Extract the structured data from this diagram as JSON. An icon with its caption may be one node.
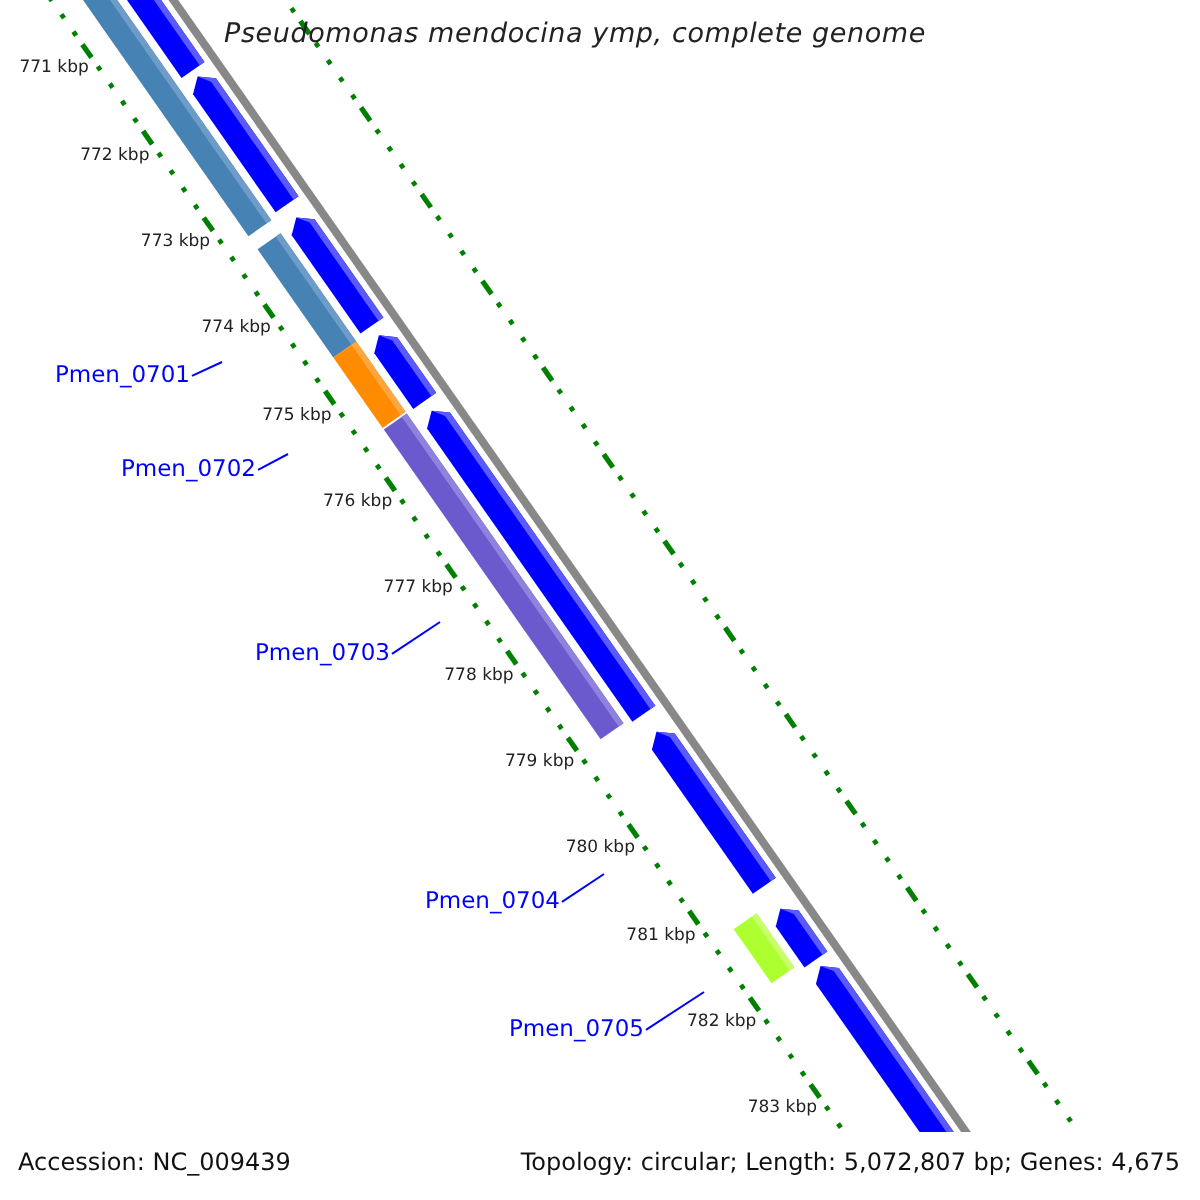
{
  "diagram": {
    "title": "Pseudomonas mendocina ymp, complete genome",
    "nodes": [
      {
        "text": [
          "Pmen_0701"
        ]
      },
      {
        "text": [
          "Pmen_0702"
        ]
      },
      {
        "text": [
          "Pmen_0703"
        ]
      },
      {
        "text": [
          "Pmen_0704"
        ]
      },
      {
        "text": [
          "Pmen_0705"
        ]
      }
    ],
    "edges": [
      {
        "from": 0,
        "to": null,
        "arrow": "none"
      },
      {
        "from": 1,
        "to": null,
        "arrow": "none"
      },
      {
        "from": 2,
        "to": null,
        "arrow": "none"
      },
      {
        "from": 3,
        "to": null,
        "arrow": "none"
      },
      {
        "from": 4,
        "to": null,
        "arrow": "none"
      }
    ],
    "labels": [
      "771 kbp",
      "772 kbp",
      "773 kbp",
      "774 kbp",
      "775 kbp",
      "776 kbp",
      "777 kbp",
      "778 kbp",
      "779 kbp",
      "780 kbp",
      "781 kbp",
      "782 kbp",
      "783 kbp",
      "Accession: NC_009439",
      "Topology: circular; Length: 5,072,807 bp; Genes: 4,675"
    ]
  }
}
